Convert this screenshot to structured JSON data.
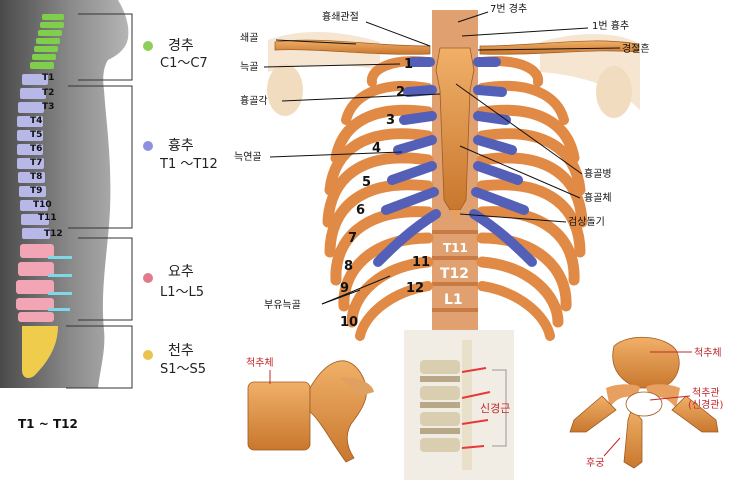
{
  "spine": {
    "vertebra_labels": [
      "T1",
      "T2",
      "T3",
      "T4",
      "T5",
      "T6",
      "T7",
      "T8",
      "T9",
      "T10",
      "T11",
      "T12"
    ],
    "groups": [
      {
        "name": "경추",
        "range": "C1～C7",
        "dot_color": "#8dcf5a"
      },
      {
        "name": "흉추",
        "range": "T1 ～T12",
        "dot_color": "#8f8fe0"
      },
      {
        "name": "요추",
        "range": "L1～L5",
        "dot_color": "#e07a8c"
      },
      {
        "name": "천추",
        "range": "S1～S5",
        "dot_color": "#e8c44c"
      }
    ],
    "caption": "T1 ~ T12"
  },
  "ribcage": {
    "labels": {
      "sternoclavicular": "흉쇄관절",
      "c7": "7번 경추",
      "t1": "1번 흉추",
      "clavicle": "쇄골",
      "jugular_notch": "경절흔",
      "rib": "늑골",
      "sternal_angle": "흉골각",
      "costal_cartilage": "늑연골",
      "sternum_body_handle": "흉골병",
      "sternum_body": "흉골체",
      "xiphoid": "검상돌기",
      "floating_ribs": "부유늑골"
    },
    "rib_numbers": [
      "1",
      "2",
      "3",
      "4",
      "5",
      "6",
      "7",
      "8",
      "9",
      "10",
      "11",
      "12"
    ],
    "column_labels": [
      "T11",
      "T12",
      "L1"
    ]
  },
  "vertebra_side": {
    "label": "척추체"
  },
  "nerve": {
    "label": "신경근"
  },
  "vertebra_top": {
    "body_label": "척추체",
    "canal_label": "척추관",
    "canal_sub": "(신경관)",
    "arch_label": "후궁"
  }
}
